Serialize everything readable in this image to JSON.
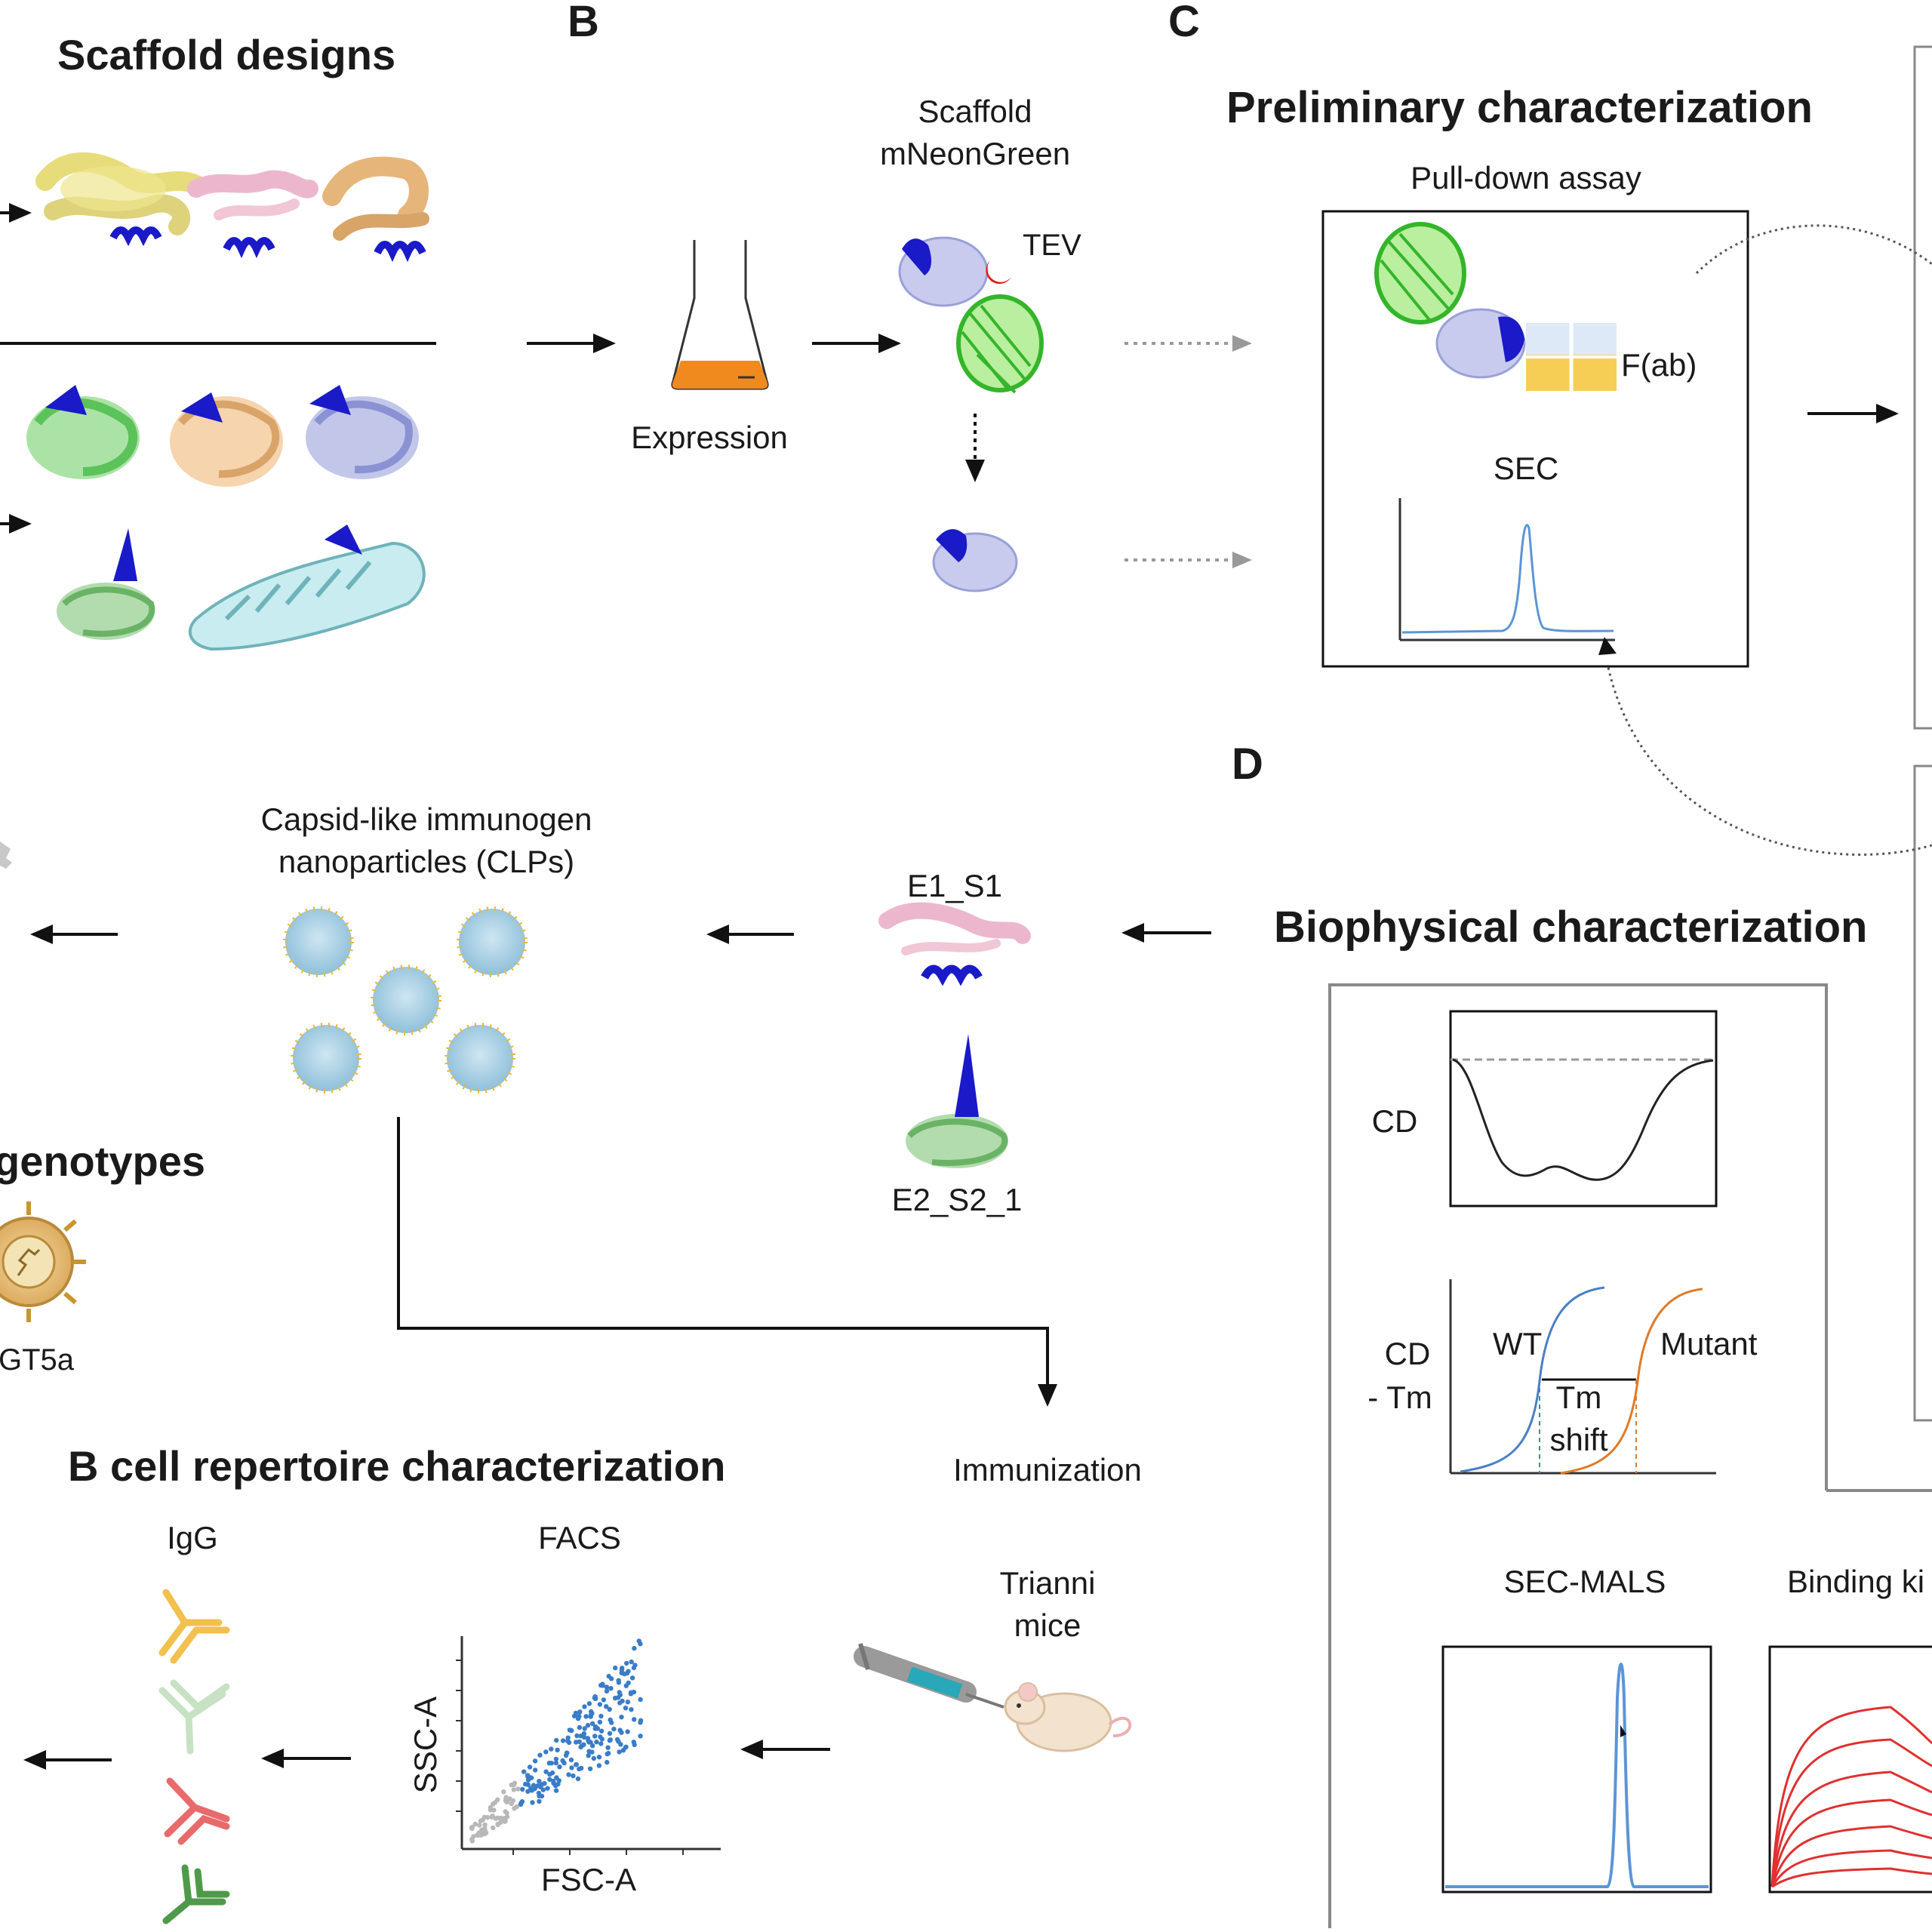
{
  "panels": {
    "a_title": "Scaffold designs",
    "b_letter": "B",
    "c_letter": "C",
    "d_letter": "D",
    "c_title": "Preliminary characterization",
    "d_title": "Biophysical characterization",
    "genotypes_title": "genotypes",
    "bcell_title": "B cell repertoire characterization"
  },
  "expression": {
    "label": "Expression",
    "scaffold_label_line1": "Scaffold",
    "scaffold_label_line2": "mNeonGreen",
    "tev_label": "TEV"
  },
  "preliminary": {
    "pulldown_label": "Pull-down assay",
    "fab_label": "F(ab)",
    "sec_label": "SEC"
  },
  "clp": {
    "label_line1": "Capsid-like immunogen",
    "label_line2": "nanoparticles (CLPs)"
  },
  "immunogens": {
    "e1": "E1_S1",
    "e2": "E2_S2_1"
  },
  "genotype": {
    "gt_label": "GT5a"
  },
  "biophysical": {
    "cd_label": "CD",
    "cdtm_label_line1": "CD",
    "cdtm_label_line2": "- Tm",
    "wt_label": "WT",
    "mutant_label": "Mutant",
    "tm_label_line1": "Tm",
    "tm_label_line2": "shift",
    "secmals_label": "SEC-MALS",
    "binding_label": "Binding ki"
  },
  "immunization": {
    "label": "Immunization",
    "mice_line1": "Trianni",
    "mice_line2": "mice"
  },
  "facs": {
    "title": "FACS",
    "xlabel": "FSC-A",
    "ylabel": "SSC-A"
  },
  "igg": {
    "label": "IgG"
  },
  "colors": {
    "blue_epitope": "#1a1ac8",
    "sec_trace": "#5b95d6",
    "wt_curve": "#4a7fc4",
    "mutant_curve": "#e07a2a",
    "facs_gray": "#b8b8b8",
    "facs_blue": "#3a7cc8",
    "binding_red": "#e03030",
    "flask_orange": "#f08a1e",
    "clp_blue": "#9ec9df",
    "clp_dots": "#e8b83a"
  }
}
